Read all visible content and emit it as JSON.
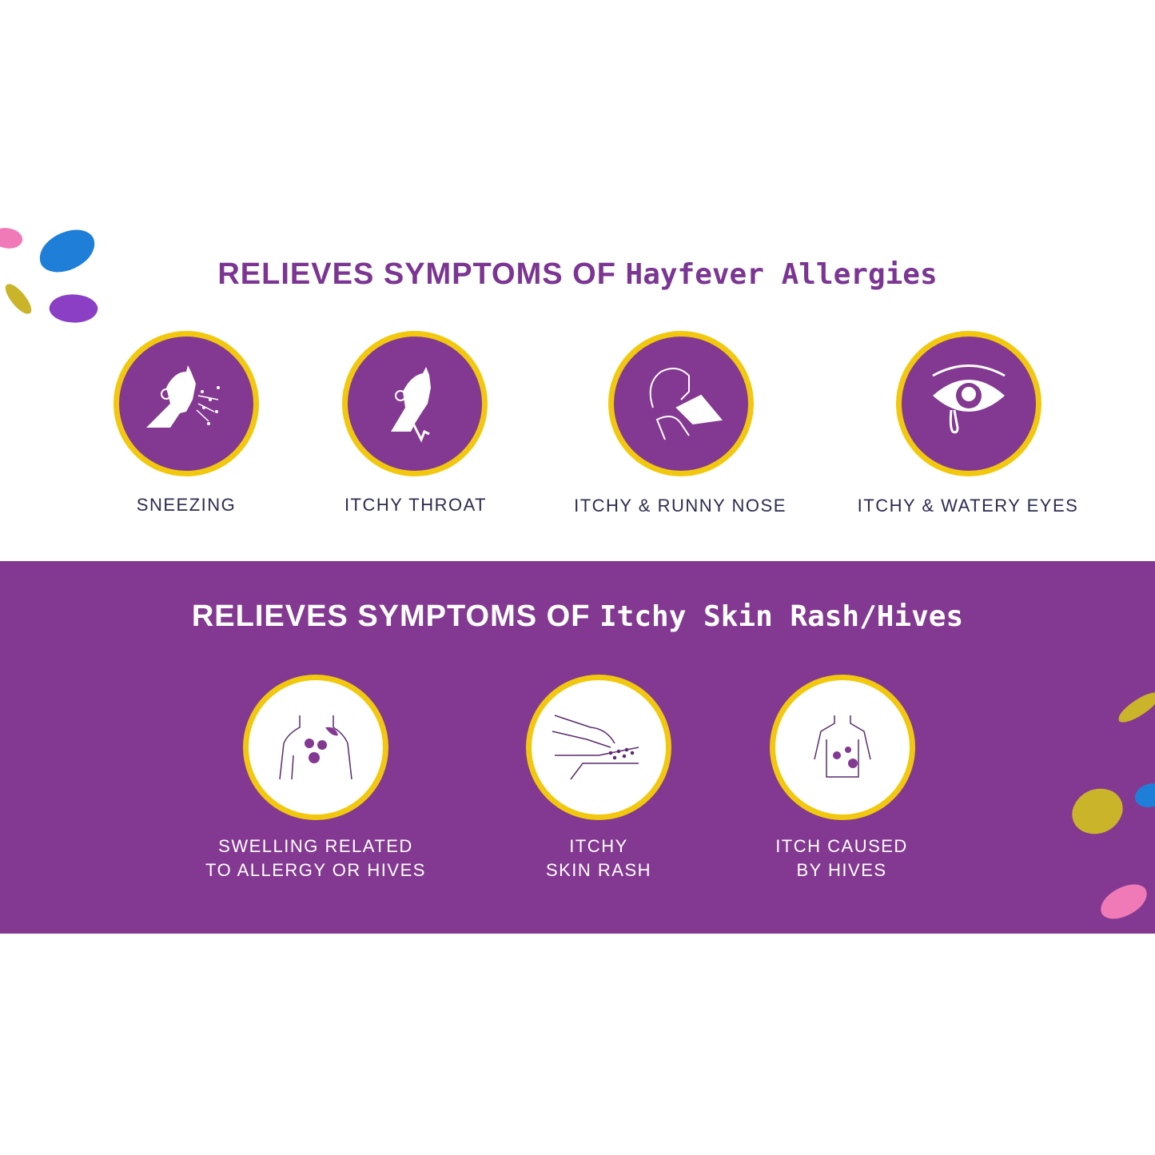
{
  "section1": {
    "title_bold": "RELIEVES SYMPTOMS OF",
    "title_script": "Hayfever Allergies",
    "items": [
      {
        "label": "SNEEZING",
        "icon": "sneezing-icon"
      },
      {
        "label": "ITCHY THROAT",
        "icon": "itchy-throat-icon"
      },
      {
        "label": "ITCHY & RUNNY NOSE",
        "icon": "runny-nose-icon"
      },
      {
        "label": "ITCHY & WATERY EYES",
        "icon": "watery-eye-icon"
      }
    ]
  },
  "section2": {
    "title_bold": "RELIEVES SYMPTOMS OF",
    "title_script": "Itchy Skin Rash/Hives",
    "items": [
      {
        "line1": "SWELLING RELATED",
        "line2": "TO ALLERGY OR HIVES",
        "icon": "swelling-icon"
      },
      {
        "line1": "ITCHY",
        "line2": "SKIN RASH",
        "icon": "skin-rash-icon"
      },
      {
        "line1": "ITCH CAUSED",
        "line2": "BY HIVES",
        "icon": "hives-icon"
      }
    ]
  },
  "colors": {
    "purple": "#833991",
    "yellow": "#f2c80f",
    "text": "#2d2b4e"
  }
}
